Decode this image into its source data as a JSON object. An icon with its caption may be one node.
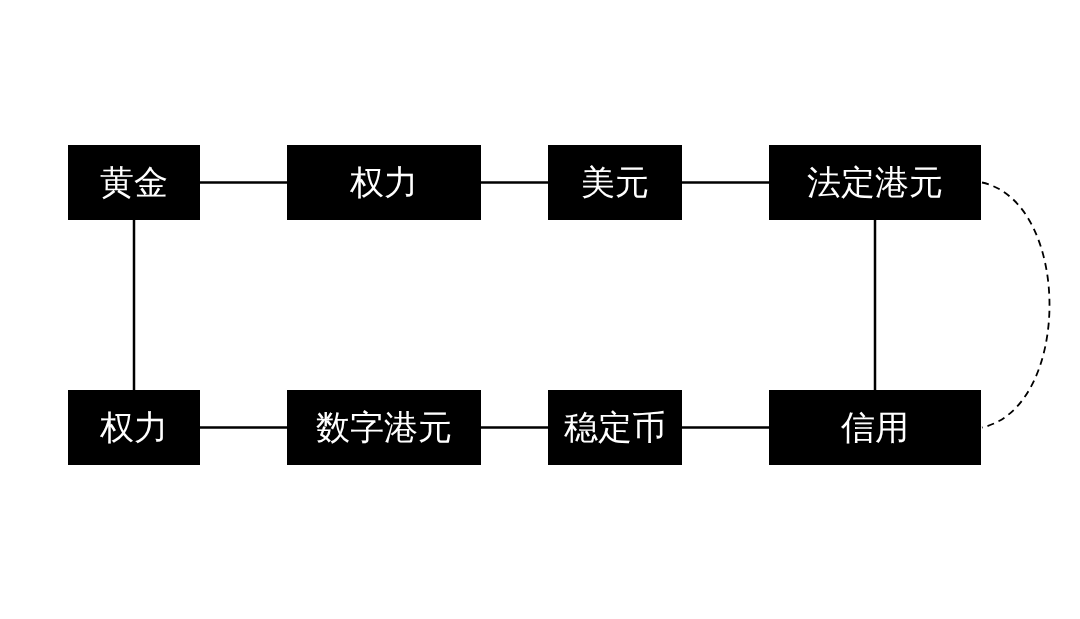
{
  "diagram": {
    "nodes": [
      {
        "text": [
          "黄金"
        ]
      },
      {
        "text": [
          "权力"
        ]
      },
      {
        "text": [
          "美元"
        ]
      },
      {
        "text": [
          "法定港元"
        ]
      },
      {
        "text": [
          "权力"
        ]
      },
      {
        "text": [
          "数字港元"
        ]
      },
      {
        "text": [
          "稳定币"
        ]
      },
      {
        "text": [
          "信用"
        ]
      }
    ],
    "edges": [
      {
        "from": 0,
        "to": 1,
        "arrow": "none"
      },
      {
        "from": 1,
        "to": 2,
        "arrow": "none"
      },
      {
        "from": 2,
        "to": 3,
        "arrow": "none"
      },
      {
        "from": 0,
        "to": 4,
        "arrow": "none"
      },
      {
        "from": 3,
        "to": 7,
        "arrow": "none"
      },
      {
        "from": 4,
        "to": 5,
        "arrow": "none"
      },
      {
        "from": 5,
        "to": 6,
        "arrow": "none"
      },
      {
        "from": 6,
        "to": 7,
        "arrow": "none"
      },
      {
        "from": 3,
        "to": 7,
        "arrow": "none",
        "style": "dashed"
      }
    ]
  }
}
